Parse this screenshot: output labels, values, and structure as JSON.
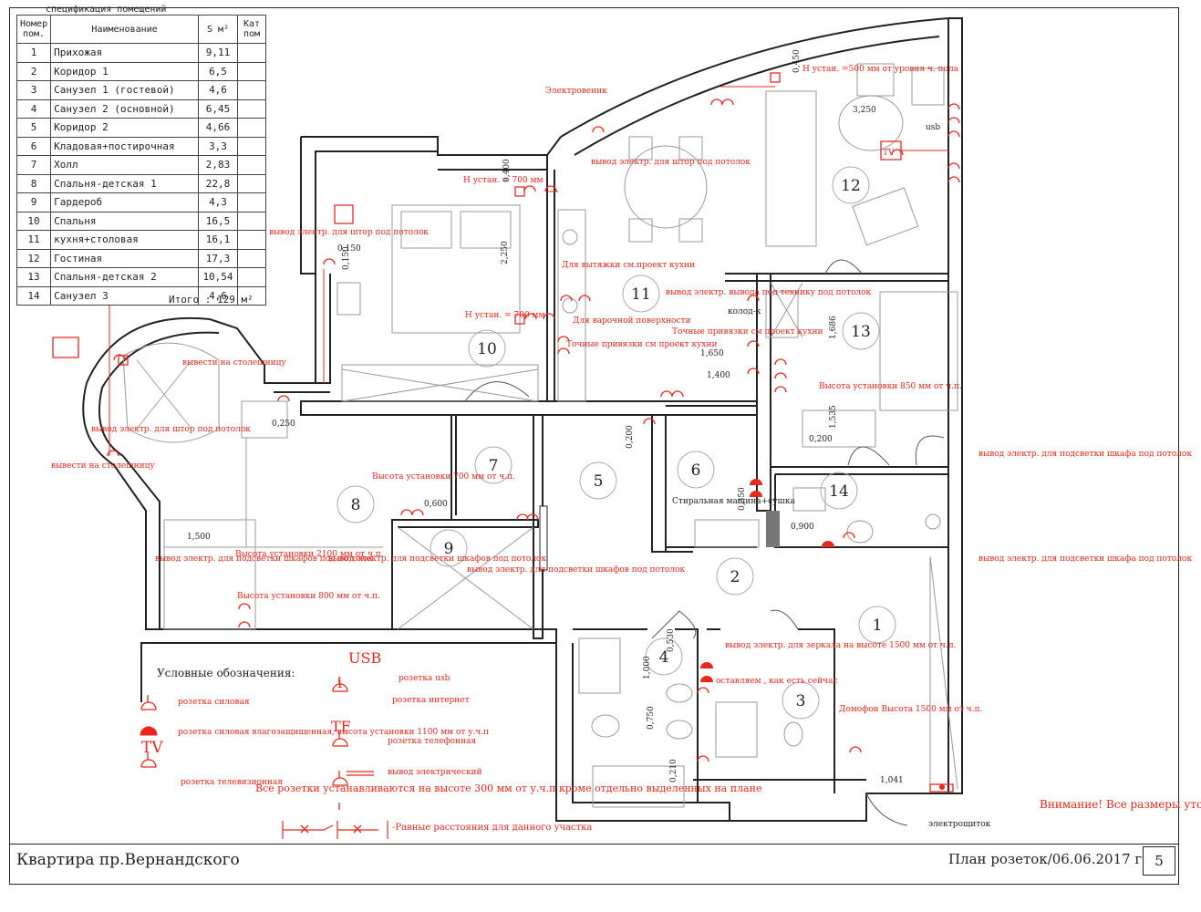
{
  "spec_table": {
    "caption": "спецификация помещений",
    "headers": {
      "num": "Номер пом.",
      "name": "Наименование",
      "area": "S м²",
      "cat": "Кат пом"
    },
    "rows": [
      {
        "num": "1",
        "name": "Прихожая",
        "area": "9,11"
      },
      {
        "num": "2",
        "name": "Коридор 1",
        "area": "6,5"
      },
      {
        "num": "3",
        "name": "Санузел 1 (гостевой)",
        "area": "4,6"
      },
      {
        "num": "4",
        "name": "Санузел 2 (основной)",
        "area": "6,45"
      },
      {
        "num": "5",
        "name": "Коридор 2",
        "area": "4,66"
      },
      {
        "num": "6",
        "name": "Кладовая+постирочная",
        "area": "3,3"
      },
      {
        "num": "7",
        "name": "Холл",
        "area": "2,83"
      },
      {
        "num": "8",
        "name": "Спальня-детская 1",
        "area": "22,8"
      },
      {
        "num": "9",
        "name": "Гардероб",
        "area": "4,3"
      },
      {
        "num": "10",
        "name": "Спальня",
        "area": "16,5"
      },
      {
        "num": "11",
        "name": "кухня+столовая",
        "area": "16,1"
      },
      {
        "num": "12",
        "name": "Гостиная",
        "area": "17,3"
      },
      {
        "num": "13",
        "name": "Спальня-детская 2",
        "area": "10,54"
      },
      {
        "num": "14",
        "name": "Санузел 3",
        "area": "4,6"
      }
    ],
    "total": "Итого : 129 м²"
  },
  "rooms": [
    "1",
    "2",
    "3",
    "4",
    "5",
    "6",
    "7",
    "8",
    "9",
    "10",
    "11",
    "12",
    "13",
    "14"
  ],
  "annotations": {
    "elektrovenik": "Электровеник",
    "h_ustan_500": "Н устан. =500 мм от уровня ч. пола",
    "dim_3250": "3,250",
    "dim_0450": "0,450",
    "usb": "usb",
    "tv": "TV",
    "shtor_kitchen": "вывод электр. для штор под потолок",
    "h_700_a": "Н устан. = 700 мм",
    "dim_0400": "0,400",
    "dim_2250": "2,250",
    "shtor_bedroom": "вывод электр. для штор под потолок",
    "dim_0150_a": "0,150",
    "dim_0150_b": "0,150",
    "vytyazhka": "Для вытяжки см.проект кухни",
    "varochn": "Для варочной поверхности",
    "tochnye_1": "Точные привязки см проект кухни",
    "h_700_b": "Н устан. = 700 мм",
    "tekhnika": "вывод электр. вывода под технику под потолок",
    "tochnye_2": "Точные привязки см проект кухни",
    "kolod": "колод-к",
    "dim_1650": "1,650",
    "dim_1400": "1,400",
    "dim_1686": "1,686",
    "dim_1535": "1,535",
    "vysota_850": "Высота установки 850 мм от ч.п.",
    "dim_0200_a": "0,200",
    "vyvesti_stol_1": "вывести на столешницу",
    "shtor_round": "вывод электр. для штор под потолок",
    "vyvesti_stol_2": "вывести на столешницу",
    "dim_0250": "0,250",
    "vysota_700": "Высота установки 700 мм от ч.п.",
    "dim_0600": "0,600",
    "dim_0200_b": "0,200",
    "dim_0350": "0,350",
    "stiralnaya": "Стиральная машина+сушка",
    "dim_0900": "0,900",
    "shkaf_1": "вывод электр. для подсветки шкафа под потолок",
    "shkaf_2": "вывод электр. для подсветки шкафа под потолок",
    "dim_1500": "1,500",
    "shkafov_1": "вывод электр. для подсветки шкафов под потолок",
    "vysota_2100": "Высота установки 2100 мм от ч.п.",
    "shkafov_2": "вывод электр. для подсветки шкафов под потолок",
    "vysota_800": "Высота установки 800 мм от ч.п.",
    "shkafov_3": "вывод электр. для подсветки шкафов под потолок",
    "dim_0530": "0,530",
    "dim_1000": "1,000",
    "dim_0750": "0,750",
    "dim_0210": "0,210",
    "zerkalo": "вывод электр. для зеркала на высоте 1500 мм от ч.п.",
    "ostavlyaem": "оставляем , как есть сейчас",
    "domofon": "Домофон Высота 1500 мм от ч.п.",
    "dim_1041": "1,041",
    "elektroshchitok": "электрощиток",
    "vnimanie": "Внимание! Все размеры уточняются по месту!"
  },
  "legend": {
    "title": "Условные обозначения:",
    "items": {
      "silovaya": "розетка силовая",
      "vlagozashch": "розетка силовая влагозащищенная, высота установки 1100 мм от у.ч.п",
      "tv_label": "TV",
      "telev": "розетка телевизионная",
      "usb_label": "USB",
      "usb": "розетка usb",
      "i_label": "i",
      "internet": "розетка интернет",
      "tf_label": "TF",
      "telefon": "розетка телефонная",
      "vyvod": "вывод электрический"
    },
    "note": "Все розетки устанавливаются на высоте 300 мм от у.ч.п кроме отдельно выделенных на плане",
    "equal": "-Равные расстояния для данного участка"
  },
  "footer": {
    "title": "Квартира пр.Вернандского",
    "plan": "План розеток/06.06.2017 г",
    "page": "5"
  },
  "colors": {
    "red": "#e8281e",
    "wall": "#222222",
    "furniture": "#9a9a9a"
  }
}
